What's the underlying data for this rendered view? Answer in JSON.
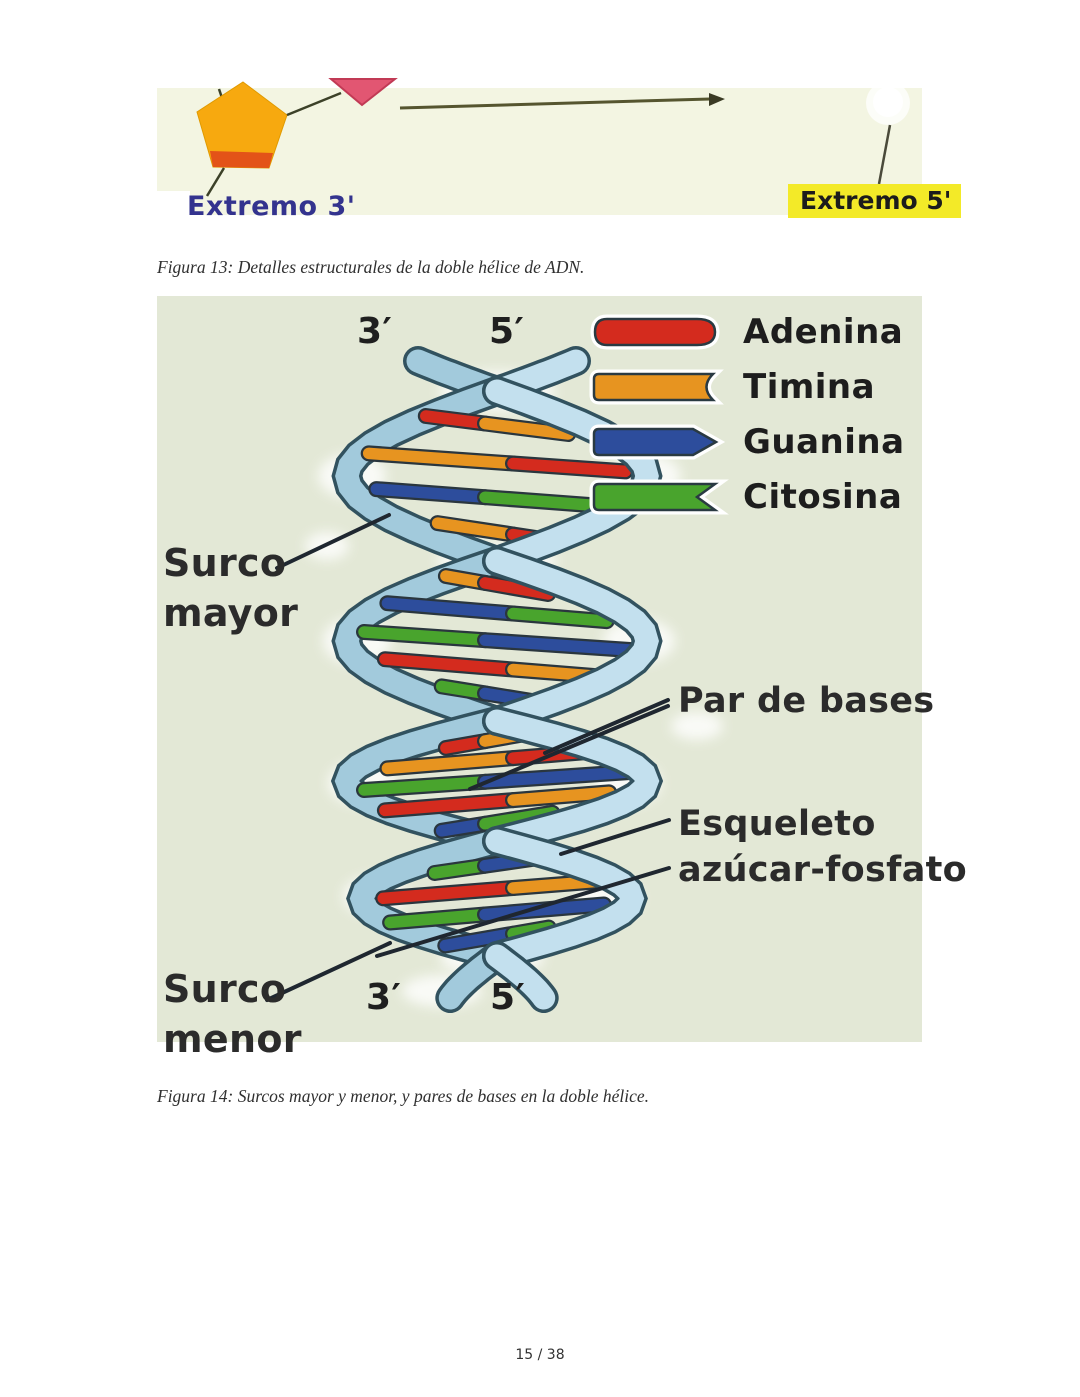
{
  "page": {
    "number": "15 / 38"
  },
  "figura13": {
    "caption": "Figura 13: Detalles estructurales de la doble hélice de ADN.",
    "labels": {
      "extremo3": "Extremo 3'",
      "extremo5": "Extremo 5'"
    }
  },
  "figura14": {
    "caption": "Figura 14: Surcos mayor y menor, y pares de bases en la doble hélice.",
    "ends": {
      "top_left": "3′",
      "top_right": "5′",
      "bottom_left": "3′",
      "bottom_right": "5′"
    },
    "labels": {
      "surco_mayor": "Surco mayor",
      "surco_menor": "Surco menor",
      "par_de_bases": "Par de bases",
      "esqueleto": "Esqueleto azúcar-fosfato"
    },
    "legend": [
      {
        "name": "Adenina",
        "base": "A",
        "color": "#d42b1e",
        "shape": "round"
      },
      {
        "name": "Timina",
        "base": "T",
        "color": "#e79420",
        "shape": "concave"
      },
      {
        "name": "Guanina",
        "base": "G",
        "color": "#2d4d9c",
        "shape": "arrow"
      },
      {
        "name": "Citosina",
        "base": "C",
        "color": "#49a42d",
        "shape": "notch"
      }
    ],
    "helix": {
      "ribbon_front": "#c3e0ee",
      "ribbon_back": "#a2cadc",
      "ribbon_outline": "#32525f",
      "rod_outline": "#2a363e",
      "annotation_color": "#1f2730",
      "base_pair_regions": [
        [
          "AT",
          "TA",
          "GC",
          "TA"
        ],
        [
          "TA",
          "GC",
          "CG",
          "AT",
          "CG"
        ],
        [
          "AT",
          "TA",
          "CG",
          "AT",
          "GC"
        ],
        [
          "CG",
          "AT",
          "CG",
          "GC"
        ]
      ]
    }
  }
}
